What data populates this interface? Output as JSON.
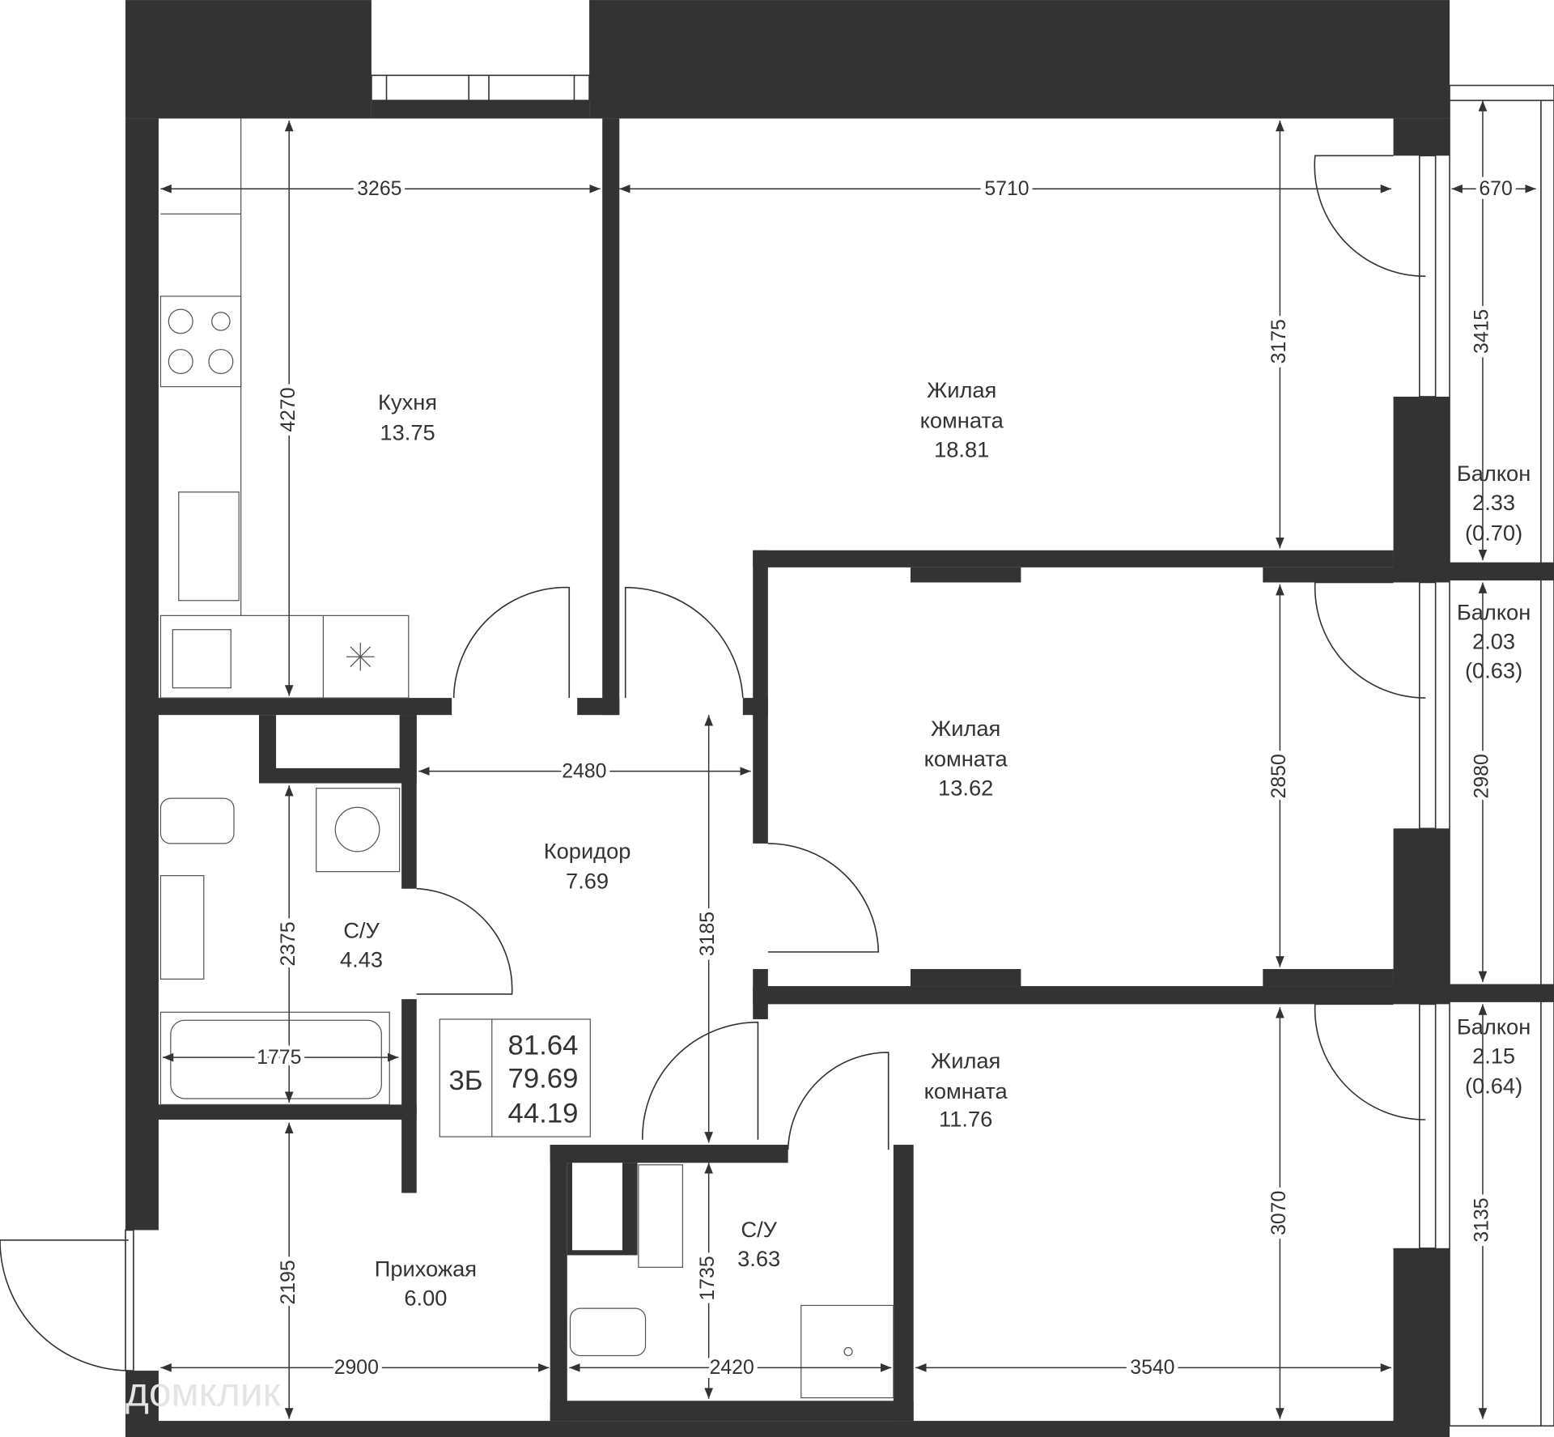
{
  "rooms": {
    "kitchen": {
      "name": "Кухня",
      "area": "13.75"
    },
    "living1": {
      "name1": "Жилая",
      "name2": "комната",
      "area": "18.81"
    },
    "living2": {
      "name1": "Жилая",
      "name2": "комната",
      "area": "13.62"
    },
    "living3": {
      "name1": "Жилая",
      "name2": "комната",
      "area": "11.76"
    },
    "corridor": {
      "name": "Коридор",
      "area": "7.69"
    },
    "bath1": {
      "name": "С/У",
      "area": "4.43"
    },
    "bath2": {
      "name": "С/У",
      "area": "3.63"
    },
    "hall": {
      "name": "Прихожая",
      "area": "6.00"
    },
    "balcony1": {
      "name": "Балкон",
      "area": "2.33",
      "reduced": "(0.70)"
    },
    "balcony2": {
      "name": "Балкон",
      "area": "2.03",
      "reduced": "(0.63)"
    },
    "balcony3": {
      "name": "Балкон",
      "area": "2.15",
      "reduced": "(0.64)"
    }
  },
  "summary": {
    "type": "3Б",
    "total": "81.64",
    "living_total": "79.69",
    "living": "44.19"
  },
  "dimensions": [
    "3265",
    "5710",
    "670",
    "4270",
    "3175",
    "3415",
    "2480",
    "2850",
    "2980",
    "2375",
    "3185",
    "1775",
    "3070",
    "3135",
    "2195",
    "1735",
    "2900",
    "2420",
    "3540"
  ],
  "watermark": "домклик"
}
